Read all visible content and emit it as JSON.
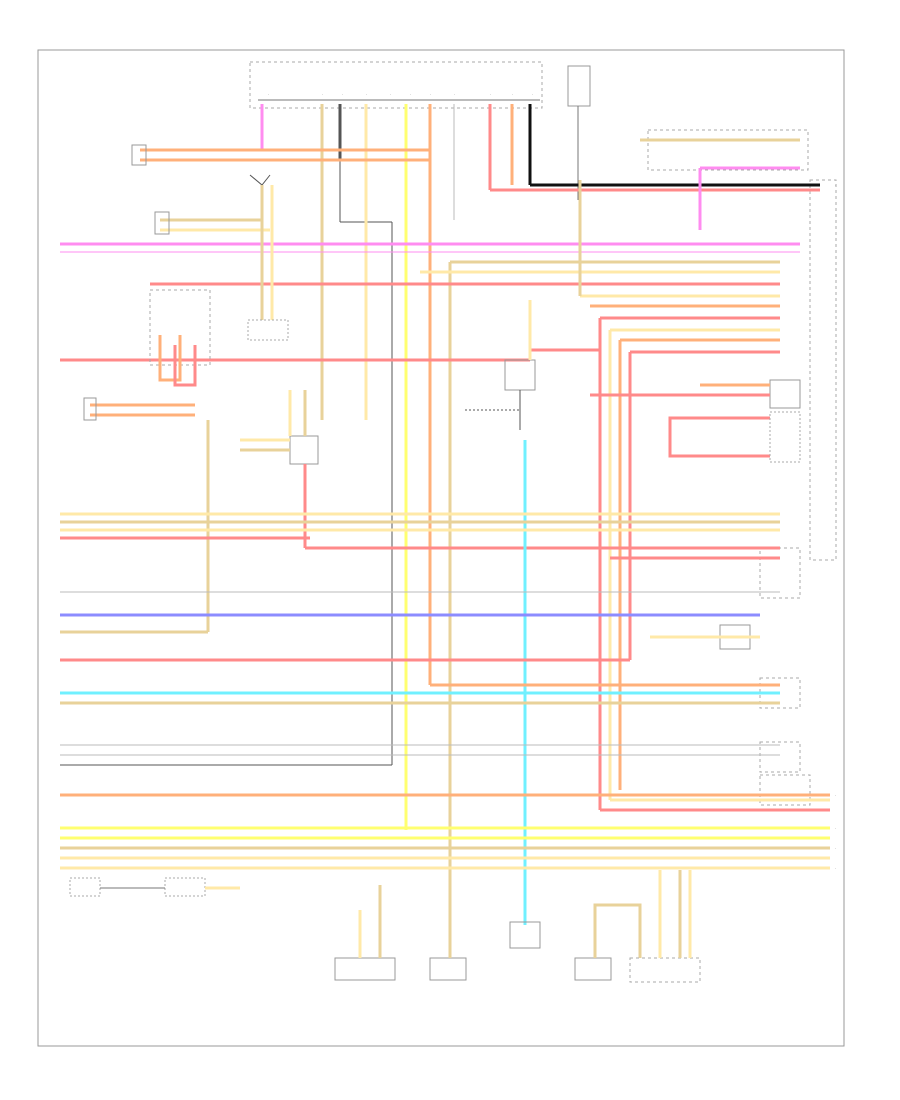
{
  "diagram": {
    "footer_code": "",
    "wire_colors": {
      "red": "#ff8a8a",
      "orange": "#ffb07a",
      "yellow": "#ffff70",
      "light_yellow": "#ffe9a8",
      "tan": "#e8d29a",
      "pink": "#ff8cf0",
      "blue": "#8c8cff",
      "cyan": "#70f0ff",
      "dark_gray": "#555555",
      "gray": "#bbbbbb",
      "black": "#111111",
      "green": "#88dd88"
    },
    "components": [
      {
        "id": "junction-block-top"
      },
      {
        "id": "pcm-top-right"
      },
      {
        "id": "connector-left-1"
      },
      {
        "id": "connector-left-2"
      },
      {
        "id": "fuse-block-left"
      },
      {
        "id": "sensor-center"
      },
      {
        "id": "module-right-1"
      },
      {
        "id": "module-right-2"
      },
      {
        "id": "module-right-3"
      },
      {
        "id": "switch-bottom-left"
      },
      {
        "id": "sensor-bottom-1"
      },
      {
        "id": "sensor-bottom-2"
      },
      {
        "id": "sensor-bottom-3"
      },
      {
        "id": "sensor-bottom-4"
      },
      {
        "id": "sensor-bottom-5"
      }
    ]
  }
}
